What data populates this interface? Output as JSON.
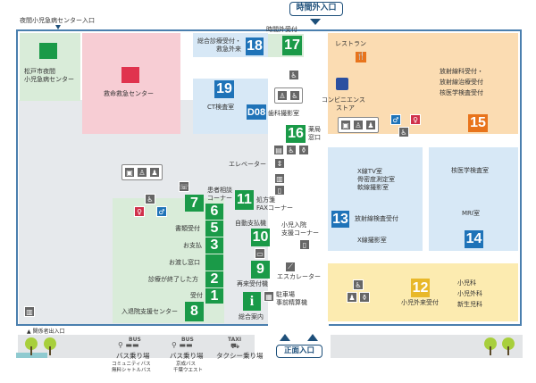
{
  "entrances": {
    "after_hours": "時間外入口",
    "night_pediatric": "夜間小児急病センター入口",
    "main": "正面入口",
    "staff": "▲ 関係者出入口"
  },
  "rooms": {
    "matsudo_night": "松戸市夜間",
    "matsudo_night2": "小児急病センター",
    "emergency": "救命救急センター",
    "general_reception": "総合診療受付・",
    "emergency_outpatient": "救急外来",
    "after_hours_reception": "時間外受付",
    "ct": "CT検査室",
    "dental": "歯科撮影室",
    "restaurant": "レストラン",
    "convenience1": "コンビニエンス",
    "convenience2": "ストア",
    "radiology1": "放射線科受付・",
    "radiology2": "放射線治療受付",
    "radiology3": "核医学検査受付",
    "pharmacy1": "薬局",
    "pharmacy2": "窓口",
    "elevator": "エレベーター",
    "xray_tv1": "X線TV室",
    "xray_tv2": "骨密度測定室",
    "xray_tv3": "軟線撮影室",
    "nuclear": "核医学検査室",
    "radiology_exam": "放射線検査受付",
    "xray": "X線撮影室",
    "mri": "MRI室",
    "ped_reception": "小児外来受付",
    "pediatrics": "小児科",
    "ped_surgery": "小児外科",
    "neonatal": "新生児科",
    "consult1": "患者相談",
    "consult2": "コーナー",
    "fax1": "処方箋",
    "fax2": "FAXコーナー",
    "auto_pay": "自動支払機",
    "revisit": "再来受付機",
    "info": "総合案内",
    "ped_admission1": "小児入院",
    "ped_admission2": "支援コーナー",
    "escalator": "エスカレーター",
    "parking1": "駐車場",
    "parking2": "事前精算機",
    "documents": "書類受付",
    "payment": "お支払",
    "handover": "お渡し窓口",
    "finished": "診療が終了した方",
    "reception": "受付",
    "admission_center": "入退院支援センター"
  },
  "badges": {
    "b1": "1",
    "b2": "2",
    "b3": "3",
    "b5": "5",
    "b6": "6",
    "b7": "7",
    "b8": "8",
    "b9": "9",
    "b10": "10",
    "b11": "11",
    "b12": "12",
    "b13": "13",
    "b14": "14",
    "b15": "15",
    "b16": "16",
    "b17": "17",
    "b18": "18",
    "b19": "19",
    "d08": "D08",
    "info": "i"
  },
  "transport": {
    "bus": "BUS",
    "taxi": "TAXI",
    "bus1": "バス乗り場",
    "bus1_sub1": "コミュニティバス",
    "bus1_sub2": "無料シャトルバス",
    "bus2": "バス乗り場",
    "bus2_sub1": "京成バス",
    "bus2_sub2": "千葉ウエスト",
    "taxi_label": "タクシー乗り場"
  },
  "colors": {
    "green": "#1a9a48",
    "blue": "#1f73b8",
    "orange": "#e8741c",
    "yellow": "#e8b82a",
    "red": "#e0334e"
  }
}
